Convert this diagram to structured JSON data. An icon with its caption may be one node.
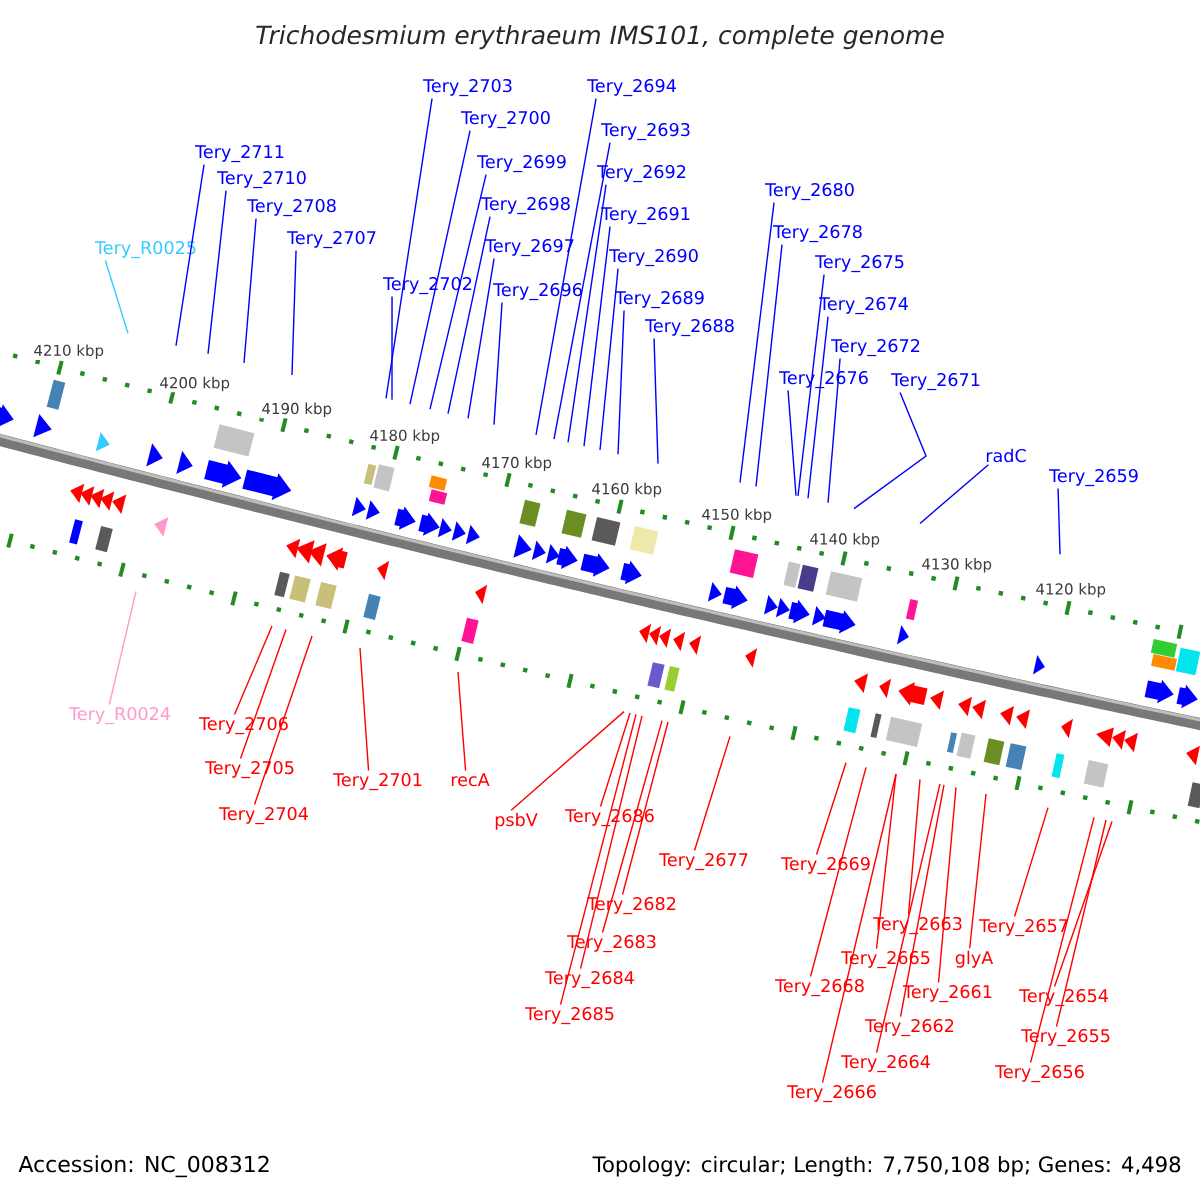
{
  "diagram": {
    "title": "Trichodesmium erythraeum IMS101, complete genome",
    "nodes": [
      {
        "text": [
          "Tery_2703"
        ]
      },
      {
        "text": [
          "Tery_2694"
        ]
      },
      {
        "text": [
          "Tery_2700"
        ]
      },
      {
        "text": [
          "Tery_2693"
        ]
      },
      {
        "text": [
          "Tery_2711"
        ]
      },
      {
        "text": [
          "Tery_2699"
        ]
      },
      {
        "text": [
          "Tery_2692"
        ]
      },
      {
        "text": [
          "Tery_2710"
        ]
      },
      {
        "text": [
          "Tery_2680"
        ]
      },
      {
        "text": [
          "Tery_2698"
        ]
      },
      {
        "text": [
          "Tery_2708"
        ]
      },
      {
        "text": [
          "Tery_2691"
        ]
      },
      {
        "text": [
          "Tery_2678"
        ]
      },
      {
        "text": [
          "Tery_2707"
        ]
      },
      {
        "text": [
          "Tery_2697"
        ]
      },
      {
        "text": [
          "Tery_R0025"
        ]
      },
      {
        "text": [
          "Tery_2690"
        ]
      },
      {
        "text": [
          "Tery_2675"
        ]
      },
      {
        "text": [
          "Tery_2702"
        ]
      },
      {
        "text": [
          "Tery_2696"
        ]
      },
      {
        "text": [
          "Tery_2689"
        ]
      },
      {
        "text": [
          "Tery_2674"
        ]
      },
      {
        "text": [
          "Tery_2688"
        ]
      },
      {
        "text": [
          "Tery_2672"
        ]
      },
      {
        "text": [
          "Tery_2676"
        ]
      },
      {
        "text": [
          "Tery_2671"
        ]
      },
      {
        "text": [
          "radC"
        ]
      },
      {
        "text": [
          "Tery_2659"
        ]
      },
      {
        "text": [
          "Tery_R0024"
        ]
      },
      {
        "text": [
          "Tery_2706"
        ]
      },
      {
        "text": [
          "Tery_2705"
        ]
      },
      {
        "text": [
          "Tery_2704"
        ]
      },
      {
        "text": [
          "Tery_2701"
        ]
      },
      {
        "text": [
          "recA"
        ]
      },
      {
        "text": [
          "psbV"
        ]
      },
      {
        "text": [
          "Tery_2686"
        ]
      },
      {
        "text": [
          "Tery_2677"
        ]
      },
      {
        "text": [
          "Tery_2669"
        ]
      },
      {
        "text": [
          "Tery_2663"
        ]
      },
      {
        "text": [
          "Tery_2657"
        ]
      },
      {
        "text": [
          "Tery_2682"
        ]
      },
      {
        "text": [
          "Tery_2665"
        ]
      },
      {
        "text": [
          "glyA"
        ]
      },
      {
        "text": [
          "Tery_2683"
        ]
      },
      {
        "text": [
          "Tery_2684"
        ]
      },
      {
        "text": [
          "Tery_2668"
        ]
      },
      {
        "text": [
          "Tery_2661"
        ]
      },
      {
        "text": [
          "Tery_2654"
        ]
      },
      {
        "text": [
          "Tery_2685"
        ]
      },
      {
        "text": [
          "Tery_2662"
        ]
      },
      {
        "text": [
          "Tery_2655"
        ]
      },
      {
        "text": [
          "Tery_2664"
        ]
      },
      {
        "text": [
          "Tery_2656"
        ]
      },
      {
        "text": [
          "Tery_2666"
        ]
      }
    ],
    "edges": [
      {
        "from": 0,
        "to": null,
        "arrow": "none",
        "color": "#0000ff"
      },
      {
        "from": 1,
        "to": null,
        "arrow": "none",
        "color": "#0000ff"
      },
      {
        "from": 2,
        "to": null,
        "arrow": "none",
        "color": "#0000ff"
      },
      {
        "from": 3,
        "to": null,
        "arrow": "none",
        "color": "#0000ff"
      },
      {
        "from": 4,
        "to": null,
        "arrow": "none",
        "color": "#0000ff"
      },
      {
        "from": 5,
        "to": null,
        "arrow": "none",
        "color": "#0000ff"
      },
      {
        "from": 6,
        "to": null,
        "arrow": "none",
        "color": "#0000ff"
      },
      {
        "from": 7,
        "to": null,
        "arrow": "none",
        "color": "#0000ff"
      },
      {
        "from": 8,
        "to": null,
        "arrow": "none",
        "color": "#0000ff"
      },
      {
        "from": 9,
        "to": null,
        "arrow": "none",
        "color": "#0000ff"
      },
      {
        "from": 10,
        "to": null,
        "arrow": "none",
        "color": "#0000ff"
      },
      {
        "from": 11,
        "to": null,
        "arrow": "none",
        "color": "#0000ff"
      },
      {
        "from": 12,
        "to": null,
        "arrow": "none",
        "color": "#0000ff"
      },
      {
        "from": 13,
        "to": null,
        "arrow": "none",
        "color": "#0000ff"
      },
      {
        "from": 14,
        "to": null,
        "arrow": "none",
        "color": "#0000ff"
      },
      {
        "from": 15,
        "to": null,
        "arrow": "none",
        "color": "#33ccff"
      },
      {
        "from": 16,
        "to": null,
        "arrow": "none",
        "color": "#0000ff"
      },
      {
        "from": 17,
        "to": null,
        "arrow": "none",
        "color": "#0000ff"
      },
      {
        "from": 18,
        "to": null,
        "arrow": "none",
        "color": "#0000ff"
      },
      {
        "from": 19,
        "to": null,
        "arrow": "none",
        "color": "#0000ff"
      },
      {
        "from": 20,
        "to": null,
        "arrow": "none",
        "color": "#0000ff"
      },
      {
        "from": 21,
        "to": null,
        "arrow": "none",
        "color": "#0000ff"
      },
      {
        "from": 22,
        "to": null,
        "arrow": "none",
        "color": "#0000ff"
      },
      {
        "from": 23,
        "to": null,
        "arrow": "none",
        "color": "#0000ff"
      },
      {
        "from": 24,
        "to": null,
        "arrow": "none",
        "color": "#0000ff"
      },
      {
        "from": 25,
        "to": null,
        "arrow": "none",
        "color": "#0000ff"
      },
      {
        "from": 26,
        "to": null,
        "arrow": "none",
        "color": "#0000ff"
      },
      {
        "from": 27,
        "to": null,
        "arrow": "none",
        "color": "#0000ff"
      },
      {
        "from": 28,
        "to": null,
        "arrow": "none",
        "color": "#ff99cc"
      },
      {
        "from": 29,
        "to": null,
        "arrow": "none",
        "color": "#ff0000"
      },
      {
        "from": 30,
        "to": null,
        "arrow": "none",
        "color": "#ff0000"
      },
      {
        "from": 31,
        "to": null,
        "arrow": "none",
        "color": "#ff0000"
      },
      {
        "from": 32,
        "to": null,
        "arrow": "none",
        "color": "#ff0000"
      },
      {
        "from": 33,
        "to": null,
        "arrow": "none",
        "color": "#ff0000"
      },
      {
        "from": 34,
        "to": null,
        "arrow": "none",
        "color": "#ff0000"
      },
      {
        "from": 35,
        "to": null,
        "arrow": "none",
        "color": "#ff0000"
      },
      {
        "from": 36,
        "to": null,
        "arrow": "none",
        "color": "#ff0000"
      },
      {
        "from": 37,
        "to": null,
        "arrow": "none",
        "color": "#ff0000"
      },
      {
        "from": 38,
        "to": null,
        "arrow": "none",
        "color": "#ff0000"
      },
      {
        "from": 39,
        "to": null,
        "arrow": "none",
        "color": "#ff0000"
      },
      {
        "from": 40,
        "to": null,
        "arrow": "none",
        "color": "#ff0000"
      },
      {
        "from": 41,
        "to": null,
        "arrow": "none",
        "color": "#ff0000"
      },
      {
        "from": 42,
        "to": null,
        "arrow": "none",
        "color": "#ff0000"
      },
      {
        "from": 43,
        "to": null,
        "arrow": "none",
        "color": "#ff0000"
      },
      {
        "from": 44,
        "to": null,
        "arrow": "none",
        "color": "#ff0000"
      },
      {
        "from": 45,
        "to": null,
        "arrow": "none",
        "color": "#ff0000"
      },
      {
        "from": 46,
        "to": null,
        "arrow": "none",
        "color": "#ff0000"
      },
      {
        "from": 47,
        "to": null,
        "arrow": "none",
        "color": "#ff0000"
      },
      {
        "from": 48,
        "to": null,
        "arrow": "none",
        "color": "#ff0000"
      },
      {
        "from": 49,
        "to": null,
        "arrow": "none",
        "color": "#ff0000"
      },
      {
        "from": 50,
        "to": null,
        "arrow": "none",
        "color": "#ff0000"
      },
      {
        "from": 51,
        "to": null,
        "arrow": "none",
        "color": "#ff0000"
      },
      {
        "from": 52,
        "to": null,
        "arrow": "none",
        "color": "#ff0000"
      },
      {
        "from": 53,
        "to": null,
        "arrow": "none",
        "color": "#ff0000"
      }
    ],
    "labels": [
      "4210 kbp",
      "4200 kbp",
      "4190 kbp",
      "4180 kbp",
      "4170 kbp",
      "4160 kbp",
      "4150 kbp",
      "4140 kbp",
      "4130 kbp",
      "4120 kbp",
      "Accession: NC_008312",
      "Topology: circular; Length: 7,750,108 bp; Genes: 4,498"
    ]
  }
}
